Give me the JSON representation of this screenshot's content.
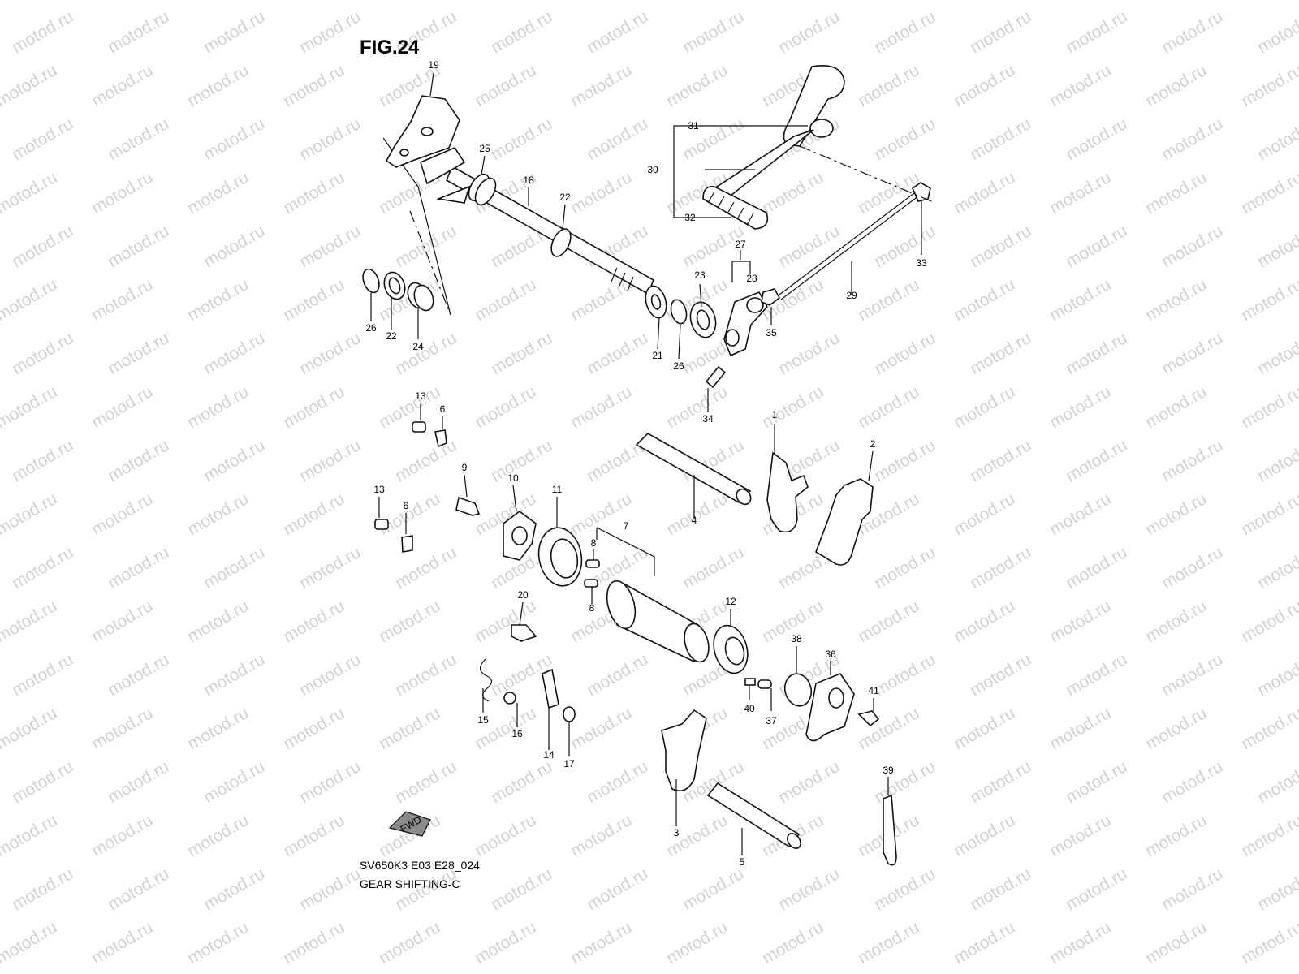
{
  "figure_title": "FIG.24",
  "diagram_code": "SV650K3 E03 E28_024",
  "diagram_name": "GEAR SHIFTING-C",
  "watermark": "motod.ru",
  "fwd_label": "FWD",
  "callouts": {
    "c1": "1",
    "c2": "2",
    "c3": "3",
    "c4": "4",
    "c5": "5",
    "c6a": "6",
    "c6b": "6",
    "c7": "7",
    "c8a": "8",
    "c8b": "8",
    "c9": "9",
    "c10": "10",
    "c11": "11",
    "c12": "12",
    "c13a": "13",
    "c13b": "13",
    "c14": "14",
    "c15": "15",
    "c16": "16",
    "c17": "17",
    "c18": "18",
    "c19": "19",
    "c20": "20",
    "c21": "21",
    "c22a": "22",
    "c22b": "22",
    "c23": "23",
    "c24": "24",
    "c25": "25",
    "c26a": "26",
    "c26b": "26",
    "c27": "27",
    "c28": "28",
    "c29": "29",
    "c30": "30",
    "c31": "31",
    "c32": "32",
    "c33": "33",
    "c34": "34",
    "c35": "35",
    "c36": "36",
    "c37": "37",
    "c38": "38",
    "c39": "39",
    "c40": "40",
    "c41": "41"
  }
}
